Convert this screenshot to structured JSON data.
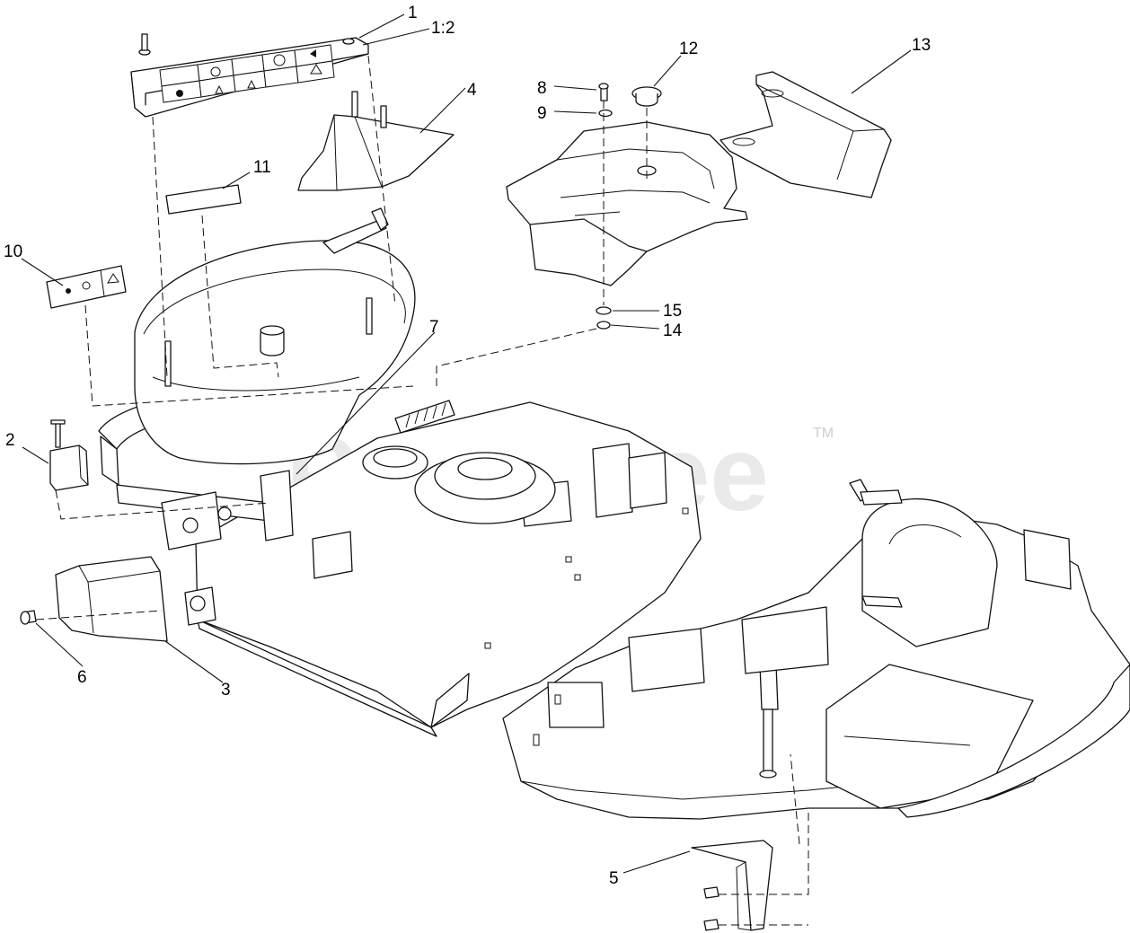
{
  "watermark": {
    "text": "PartsTree",
    "trademark": "TM"
  },
  "callouts": {
    "c1": "1",
    "c1_2": "1:2",
    "c2": "2",
    "c3": "3",
    "c4": "4",
    "c5": "5",
    "c6": "6",
    "c7": "7",
    "c8": "8",
    "c9": "9",
    "c10": "10",
    "c11": "11",
    "c12": "12",
    "c13": "13",
    "c14": "14",
    "c15": "15"
  }
}
